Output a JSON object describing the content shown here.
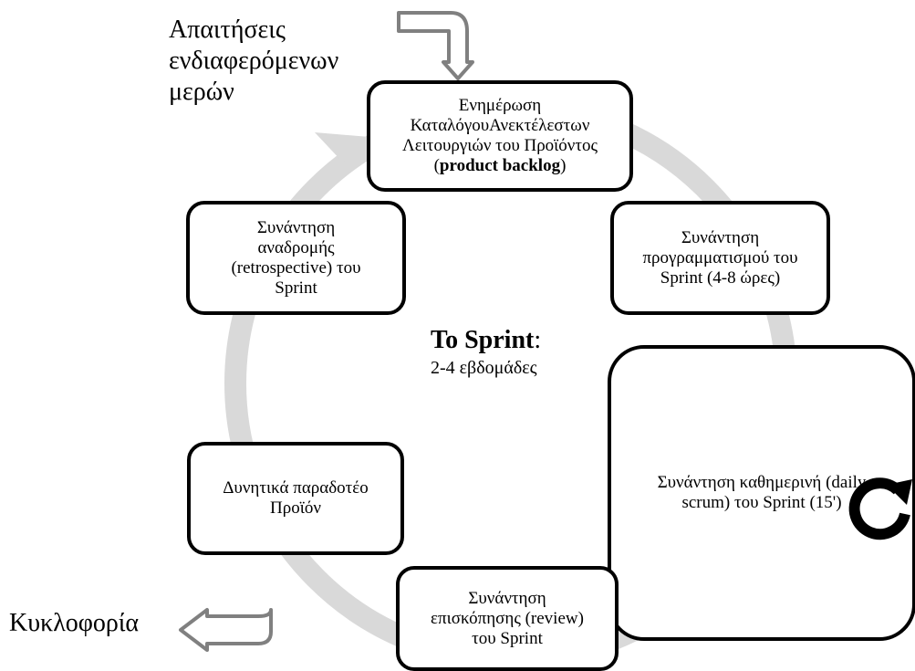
{
  "cycle_ring_color": "#d9d9d9",
  "arrow_color": "#808080",
  "input": {
    "label_lines": [
      "Απαιτήσεις",
      "ενδιαφερόμενων",
      "μερών"
    ]
  },
  "output": {
    "label": "Κυκλοφορία"
  },
  "center": {
    "title": "To Sprint",
    "colon": ":",
    "duration": "2-4 εβδομάδες"
  },
  "steps": {
    "backlog": {
      "lines": [
        "Ενημέρωση",
        "ΚαταλόγουΑνεκτέλεστων",
        "Λειτουργιών του Προϊόντος"
      ],
      "last_prefix": "(",
      "last_bold": "product backlog",
      "last_suffix": ")"
    },
    "planning": {
      "lines": [
        "Συνάντηση",
        "προγραμματισμού του",
        "Sprint (4-8 ώρες)"
      ]
    },
    "daily": {
      "lines": [
        "Συνάντηση καθημερινή (daily",
        "scrum) του Sprint (15')"
      ],
      "icon": "refresh-icon"
    },
    "review": {
      "lines": [
        "Συνάντηση",
        "επισκόπησης (review)",
        "του Sprint"
      ]
    },
    "increment": {
      "lines": [
        "Δυνητικά παραδοτέο",
        "Προϊόν"
      ]
    },
    "retro": {
      "lines": [
        "Συνάντηση",
        "αναδρομής",
        "(retrospective) του",
        "Sprint"
      ]
    }
  }
}
